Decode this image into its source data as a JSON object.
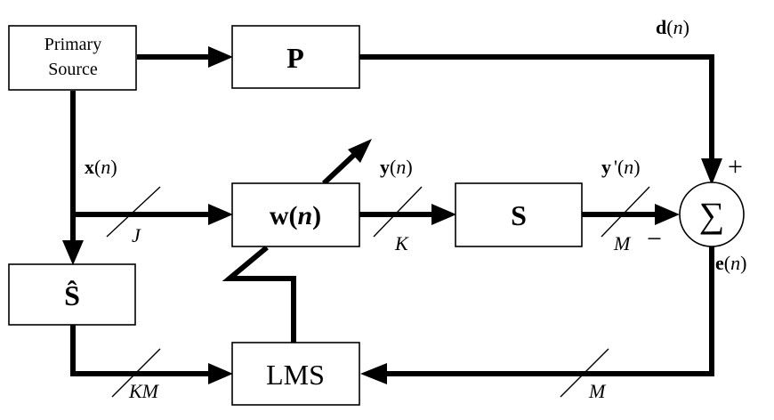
{
  "blocks": {
    "primary_source": {
      "line1": "Primary",
      "line2": "Source"
    },
    "plant_p": "P",
    "adaptive_filter": {
      "bold_part": "w",
      "open_paren": "(",
      "var": "n",
      "close_paren": ")"
    },
    "secondary_path": "S",
    "secondary_estimate": "Ŝ",
    "lms": "LMS",
    "summer": "∑"
  },
  "signals": {
    "d": {
      "bold_part": "d",
      "open_paren": "(",
      "var": "n",
      "close_paren": ")"
    },
    "x": {
      "bold_part": "x",
      "open_paren": "(",
      "var": "n",
      "close_paren": ")"
    },
    "y": {
      "bold_part": "y",
      "open_paren": "(",
      "var": "n",
      "close_paren": ")"
    },
    "y_prime": {
      "bold_part": "y",
      "prime": "'",
      "open_paren": "(",
      "var": "n",
      "close_paren": ")"
    },
    "e": {
      "bold_part": "e",
      "open_paren": "(",
      "var": "n",
      "close_paren": ")"
    }
  },
  "dimensions": {
    "x_width": "J",
    "y_width": "K",
    "yprime_width": "M",
    "error_width": "M",
    "filtered_ref_width": "KM"
  },
  "summer_signs": {
    "plus": "+",
    "minus": "−"
  }
}
